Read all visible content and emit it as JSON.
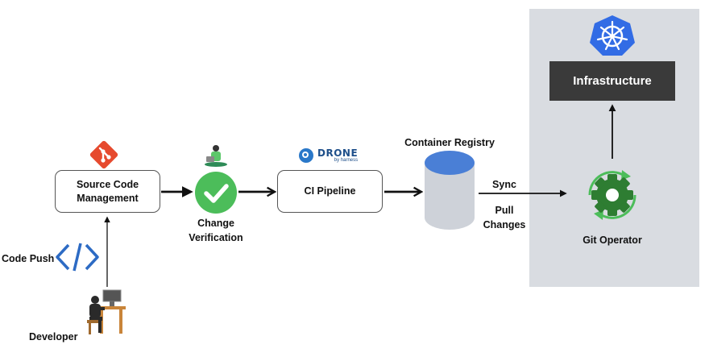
{
  "nodes": {
    "source_code": {
      "line1": "Source Code",
      "line2": "Management"
    },
    "change_verification": {
      "line1": "Change",
      "line2": "Verification"
    },
    "ci_pipeline": {
      "label": "CI Pipeline",
      "logo_text": "DRONE",
      "logo_sub": "by harness"
    },
    "container_registry": {
      "label": "Container Registry"
    },
    "git_operator": {
      "label": "Git Operator"
    },
    "infrastructure": {
      "label": "Infrastructure"
    },
    "developer": {
      "label": "Developer"
    }
  },
  "edges": {
    "code_push": "Code Push",
    "sync": "Sync",
    "pull_changes_1": "Pull",
    "pull_changes_2": "Changes"
  },
  "icons": {
    "git": "git-icon",
    "check": "checkmark-icon",
    "drone": "drone-logo-icon",
    "database": "database-icon",
    "gear": "gear-sync-icon",
    "kubernetes": "kubernetes-icon",
    "code": "code-brackets-icon",
    "developer": "developer-at-desk-icon"
  },
  "colors": {
    "panel": "#d9dce1",
    "infra_box": "#3a3a3a",
    "check_green": "#4cbd5a",
    "gear_green": "#2e7d32",
    "git_red": "#e64a2e",
    "database_blue": "#4a7fd6",
    "database_body": "#ced2d9",
    "k8s_blue": "#326ce5",
    "code_blue": "#2d6bc4"
  }
}
